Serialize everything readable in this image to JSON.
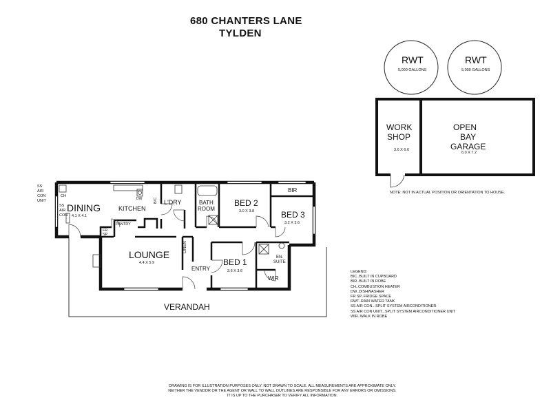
{
  "title": {
    "line1": "680 CHANTERS LANE",
    "line2": "TYLDEN"
  },
  "tanks": [
    {
      "label": "RWT",
      "capacity": "5,000 GALLONS"
    },
    {
      "label": "RWT",
      "capacity": "5,000 GALLONS"
    }
  ],
  "outbuilding": {
    "workshop": {
      "line1": "WORK",
      "line2": "SHOP",
      "dims": "3.6 X 6.0"
    },
    "garage": {
      "line1": "OPEN",
      "line2": "BAY",
      "line3": "GARAGE",
      "dims": "6.0 X 7.2"
    },
    "note": "NOTE: NOT IN ACTUAL POSITION OR ORIENTATION TO HOUSE."
  },
  "rooms": {
    "dining": {
      "name": "DINING",
      "dims": "4.1 X 4.1"
    },
    "kitchen": {
      "name": "KITCHEN"
    },
    "ldry": {
      "name": "L'DRY"
    },
    "bathroom": {
      "line1": "BATH",
      "line2": "ROOM"
    },
    "bed2": {
      "name": "BED 2",
      "dims": "3.0 X 3.8"
    },
    "bed3": {
      "name": "BED 3",
      "dims": "3.2 X 3.6"
    },
    "bir": {
      "name": "BIR"
    },
    "lounge": {
      "name": "LOUNGE",
      "dims": "4.4 X 5.9"
    },
    "bed1": {
      "name": "BED 1",
      "dims": "3.6 X 3.6"
    },
    "ensuite": {
      "line1": "EN-",
      "line2": "SUITE"
    },
    "wir": {
      "name": "WIR"
    },
    "entry": {
      "name": "ENTRY"
    },
    "linen": {
      "name": "LINEN"
    },
    "pantry": {
      "name": "PANTRY"
    },
    "bic": {
      "name": "B/C"
    },
    "frsp": {
      "line1": "FR",
      "line2": "SP"
    },
    "ch": {
      "name": "CH"
    },
    "dw": {
      "name": "DW"
    },
    "verandah": {
      "name": "VERANDAH"
    }
  },
  "aircon": {
    "unit": {
      "line1": "SS",
      "line2": "AIR",
      "line3": "CON",
      "line4": "UNIT"
    },
    "indoor": {
      "line1": "SS",
      "line2": "AIR",
      "line3": "CON"
    }
  },
  "legend": [
    "LEGEND:",
    "BIC..BUILT IN CUPBOARD",
    "BIR..BUILT IN ROBE",
    "CH..COMBUSTION HEATER",
    "DW..DISHWASHER",
    "FR SP..FRIDGE SPACE",
    "RWT..RAIN WATER TANK",
    "SS AIR CON...SPLIT SYSTEM AIRCONDITIONER",
    "SS AIR CON UNIT...SPLIT SYSTEM AIRCONDITIONER UNIT",
    "WIR..WALK IN ROBE"
  ],
  "disclaimer": [
    "DRAWING IS FOR ILLUSTRATION PURPOSES ONLY. NOT DRAWN TO SCALE. ALL MEASUREMENTS ARE APPROXIMATE ONLY.",
    "NEITHER THE VENDOR OR THE AGENT OR WALL TO WALL OUTLINES ARE RESPONSIBLE FOR ANY ERRORS OR OMISSIONS.",
    "IT IS UP TO THE PURCHASER TO VERIFY ALL INFORMATION."
  ]
}
